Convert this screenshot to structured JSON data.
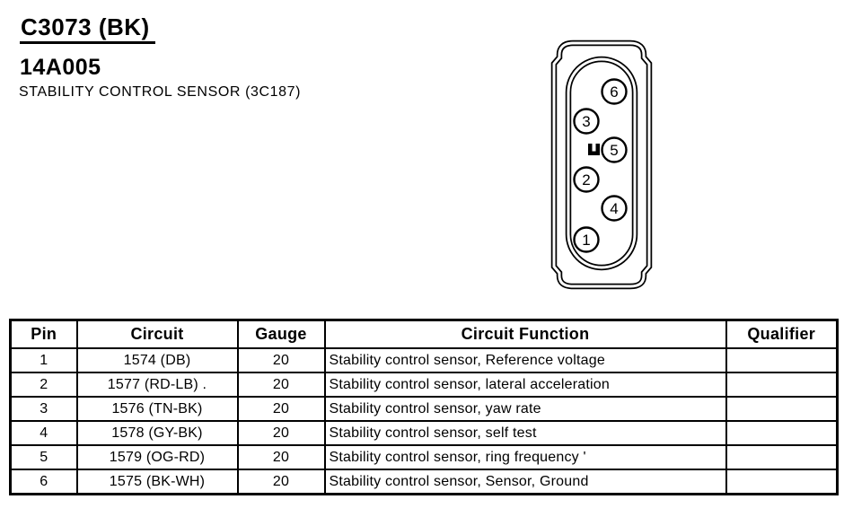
{
  "header": {
    "connector_id": "C3073 (BK)",
    "part_number": "14A005",
    "description": "STABILITY CONTROL SENSOR (3C187)"
  },
  "connector": {
    "pins": [
      {
        "label": "6"
      },
      {
        "label": "3"
      },
      {
        "label": "5"
      },
      {
        "label": "2"
      },
      {
        "label": "4"
      },
      {
        "label": "1"
      }
    ]
  },
  "pinout_table": {
    "headers": [
      "Pin",
      "Circuit",
      "Gauge",
      "Circuit Function",
      "Qualifier"
    ],
    "rows": [
      {
        "pin": "1",
        "circuit": "1574 (DB)",
        "gauge": "20",
        "circuit_function": "Stability control sensor, Reference voltage",
        "qualifier": ""
      },
      {
        "pin": "2",
        "circuit": "1577 (RD-LB) .",
        "gauge": "20",
        "circuit_function": "Stability control sensor, lateral acceleration",
        "qualifier": ""
      },
      {
        "pin": "3",
        "circuit": "1576 (TN-BK)",
        "gauge": "20",
        "circuit_function": "Stability control sensor, yaw rate",
        "qualifier": ""
      },
      {
        "pin": "4",
        "circuit": "1578 (GY-BK)",
        "gauge": "20",
        "circuit_function": "Stability control sensor, self test",
        "qualifier": ""
      },
      {
        "pin": "5",
        "circuit": "1579 (OG-RD)",
        "gauge": "20",
        "circuit_function": "Stability control sensor, ring frequency '",
        "qualifier": ""
      },
      {
        "pin": "6",
        "circuit": "1575 (BK-WH)",
        "gauge": "20",
        "circuit_function": "Stability control sensor, Sensor, Ground",
        "qualifier": ""
      }
    ]
  }
}
